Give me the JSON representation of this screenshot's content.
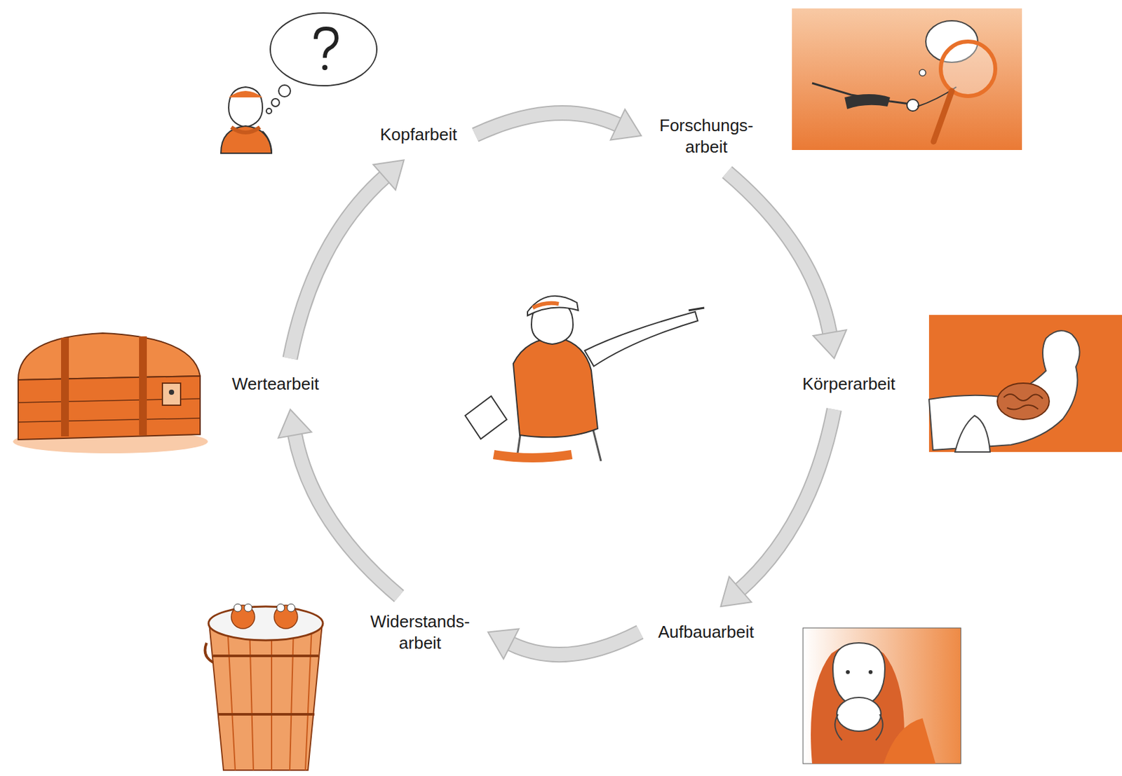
{
  "diagram": {
    "nodes": [
      {
        "text": [
          "Kopfarbeit"
        ]
      },
      {
        "text": [
          "Forschungs- arbeit"
        ]
      },
      {
        "text": [
          "Körperarbeit"
        ]
      },
      {
        "text": [
          "Aufbauarbeit"
        ]
      },
      {
        "text": [
          "Widerstands- arbeit"
        ]
      },
      {
        "text": [
          "Wertearbeit"
        ]
      }
    ],
    "edges": [
      {
        "from": 0,
        "to": 1,
        "arrow": "to"
      },
      {
        "from": 1,
        "to": 2,
        "arrow": "to"
      },
      {
        "from": 2,
        "to": 3,
        "arrow": "to"
      },
      {
        "from": 3,
        "to": 4,
        "arrow": "to"
      },
      {
        "from": 4,
        "to": 5,
        "arrow": "to"
      },
      {
        "from": 5,
        "to": 0,
        "arrow": "to"
      }
    ]
  }
}
